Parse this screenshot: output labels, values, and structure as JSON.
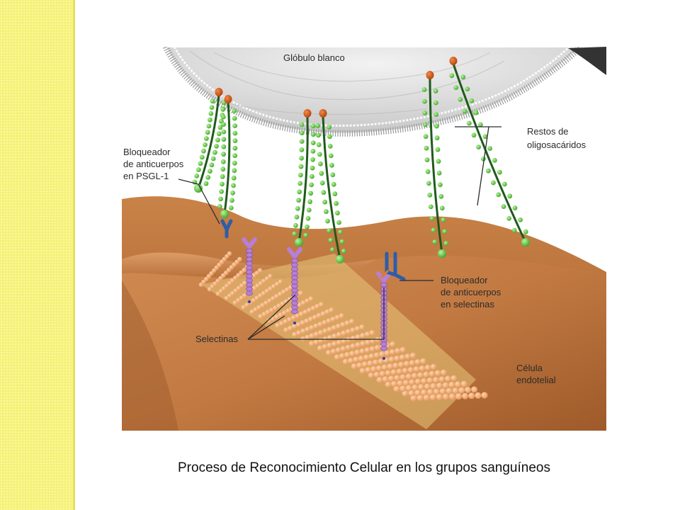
{
  "labels": {
    "white_cell": "Glóbulo blanco",
    "psgl_blocker": [
      "Bloqueador",
      "de anticuerpos",
      "en PSGL-1"
    ],
    "oligosaccharides": [
      "Restos de",
      "oligosacáridos"
    ],
    "selectin_blocker": [
      "Bloqueador",
      "de anticuerpos",
      "en selectinas"
    ],
    "selectins": "Selectinas",
    "endothelial_cell": [
      "Célula",
      "endotelial"
    ]
  },
  "caption": "Proceso de Reconocimiento Celular en los grupos sanguíneos",
  "colors": {
    "side_band": "#f6f177",
    "endothelium": "#c47a40",
    "membrane_bead": "#f2b07a",
    "white_cell": "#d9d9d9",
    "oligosaccharide": "#6fd04a",
    "chain": "#1f5a1c",
    "ligand_tip": "#d45a12",
    "selectin": "#b77fd6",
    "antibody": "#2f5da8"
  }
}
